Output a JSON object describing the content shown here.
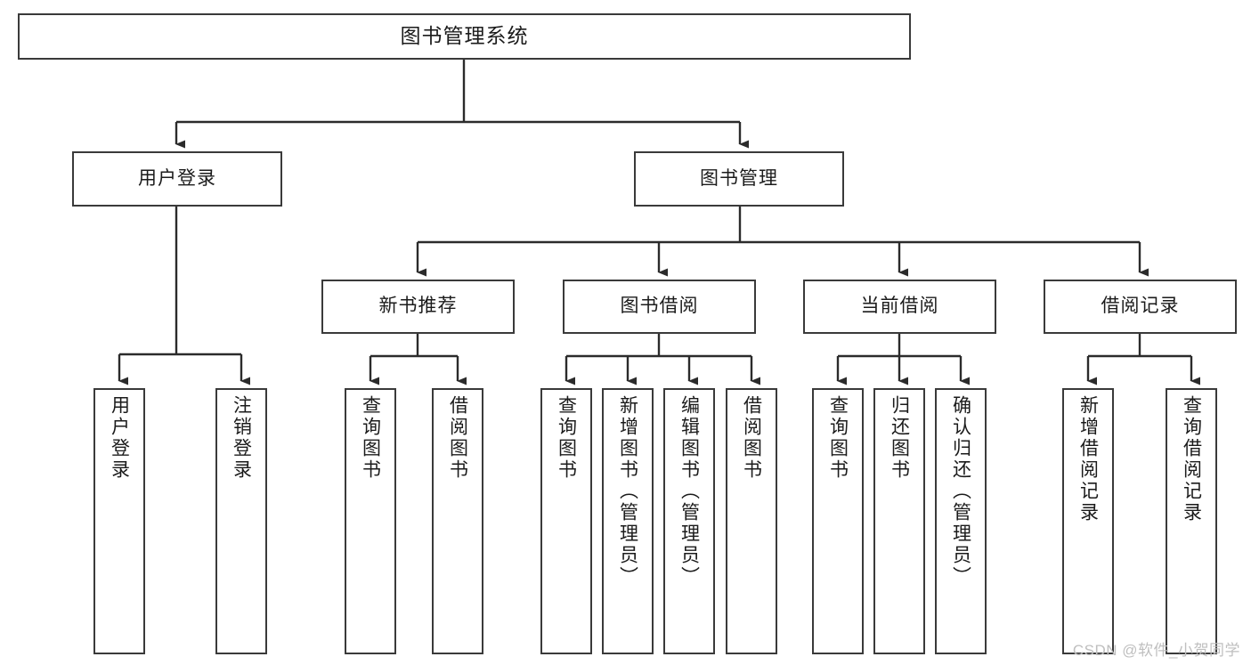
{
  "diagram": {
    "title": "图书管理系统",
    "type": "tree-hierarchy",
    "watermark": "CSDN @软件_小贺同学",
    "stroke_color": "#3a3a3a",
    "fill_color": "#ffffff",
    "text_color": "#1b1b1b",
    "watermark_color": "#bfbfbf"
  },
  "nodes": {
    "root": {
      "label": "图书管理系统"
    },
    "level1": [
      {
        "label": "用户登录"
      },
      {
        "label": "图书管理"
      }
    ],
    "level2": [
      {
        "label": "新书推荐"
      },
      {
        "label": "图书借阅"
      },
      {
        "label": "当前借阅"
      },
      {
        "label": "借阅记录"
      }
    ],
    "leaves": {
      "user_login": [
        {
          "label": "用户登录"
        },
        {
          "label": "注销登录"
        }
      ],
      "new_book": [
        {
          "label": "查询图书"
        },
        {
          "label": "借阅图书"
        }
      ],
      "book_borrow": [
        {
          "label": "查询图书"
        },
        {
          "label": "新增图书（管理员）"
        },
        {
          "label": "编辑图书（管理员）"
        },
        {
          "label": "借阅图书"
        }
      ],
      "current_borrow": [
        {
          "label": "查询图书"
        },
        {
          "label": "归还图书"
        },
        {
          "label": "确认归还（管理员）"
        }
      ],
      "borrow_record": [
        {
          "label": "新增借阅记录"
        },
        {
          "label": "查询借阅记录"
        }
      ]
    }
  }
}
